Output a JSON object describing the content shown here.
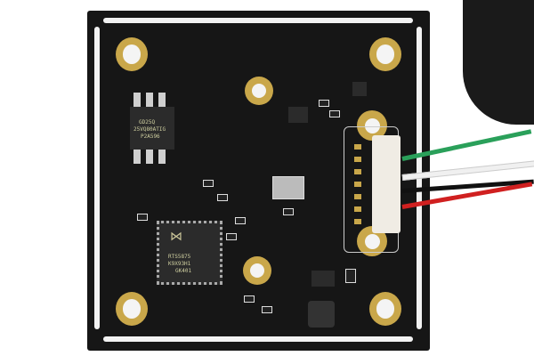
{
  "photo": {
    "subject": "pcb-camera-module",
    "colors": {
      "board": "#161616",
      "gold": "#c9a74a",
      "silk": "#e8e8e8",
      "wire_green": "#2aa05a",
      "wire_red": "#d02020",
      "wire_white": "#f0f0f0",
      "wire_black": "#111111"
    }
  },
  "chips": {
    "processor": {
      "line1": "RTS5875",
      "line2": "K9X93H1",
      "line3": "GK401"
    },
    "flash": {
      "line1": "GD25Q",
      "line2": "25VQ80ATIG",
      "line3": "P2A596"
    }
  }
}
